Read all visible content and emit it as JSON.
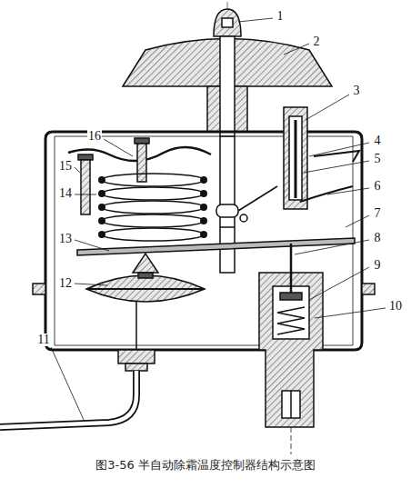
{
  "diagram": {
    "caption": "图3-56 半自动除霜温度控制器结构示意图",
    "labels": [
      "1",
      "2",
      "3",
      "4",
      "5",
      "6",
      "7",
      "8",
      "9",
      "10",
      "11",
      "12",
      "13",
      "14",
      "15",
      "16"
    ]
  }
}
